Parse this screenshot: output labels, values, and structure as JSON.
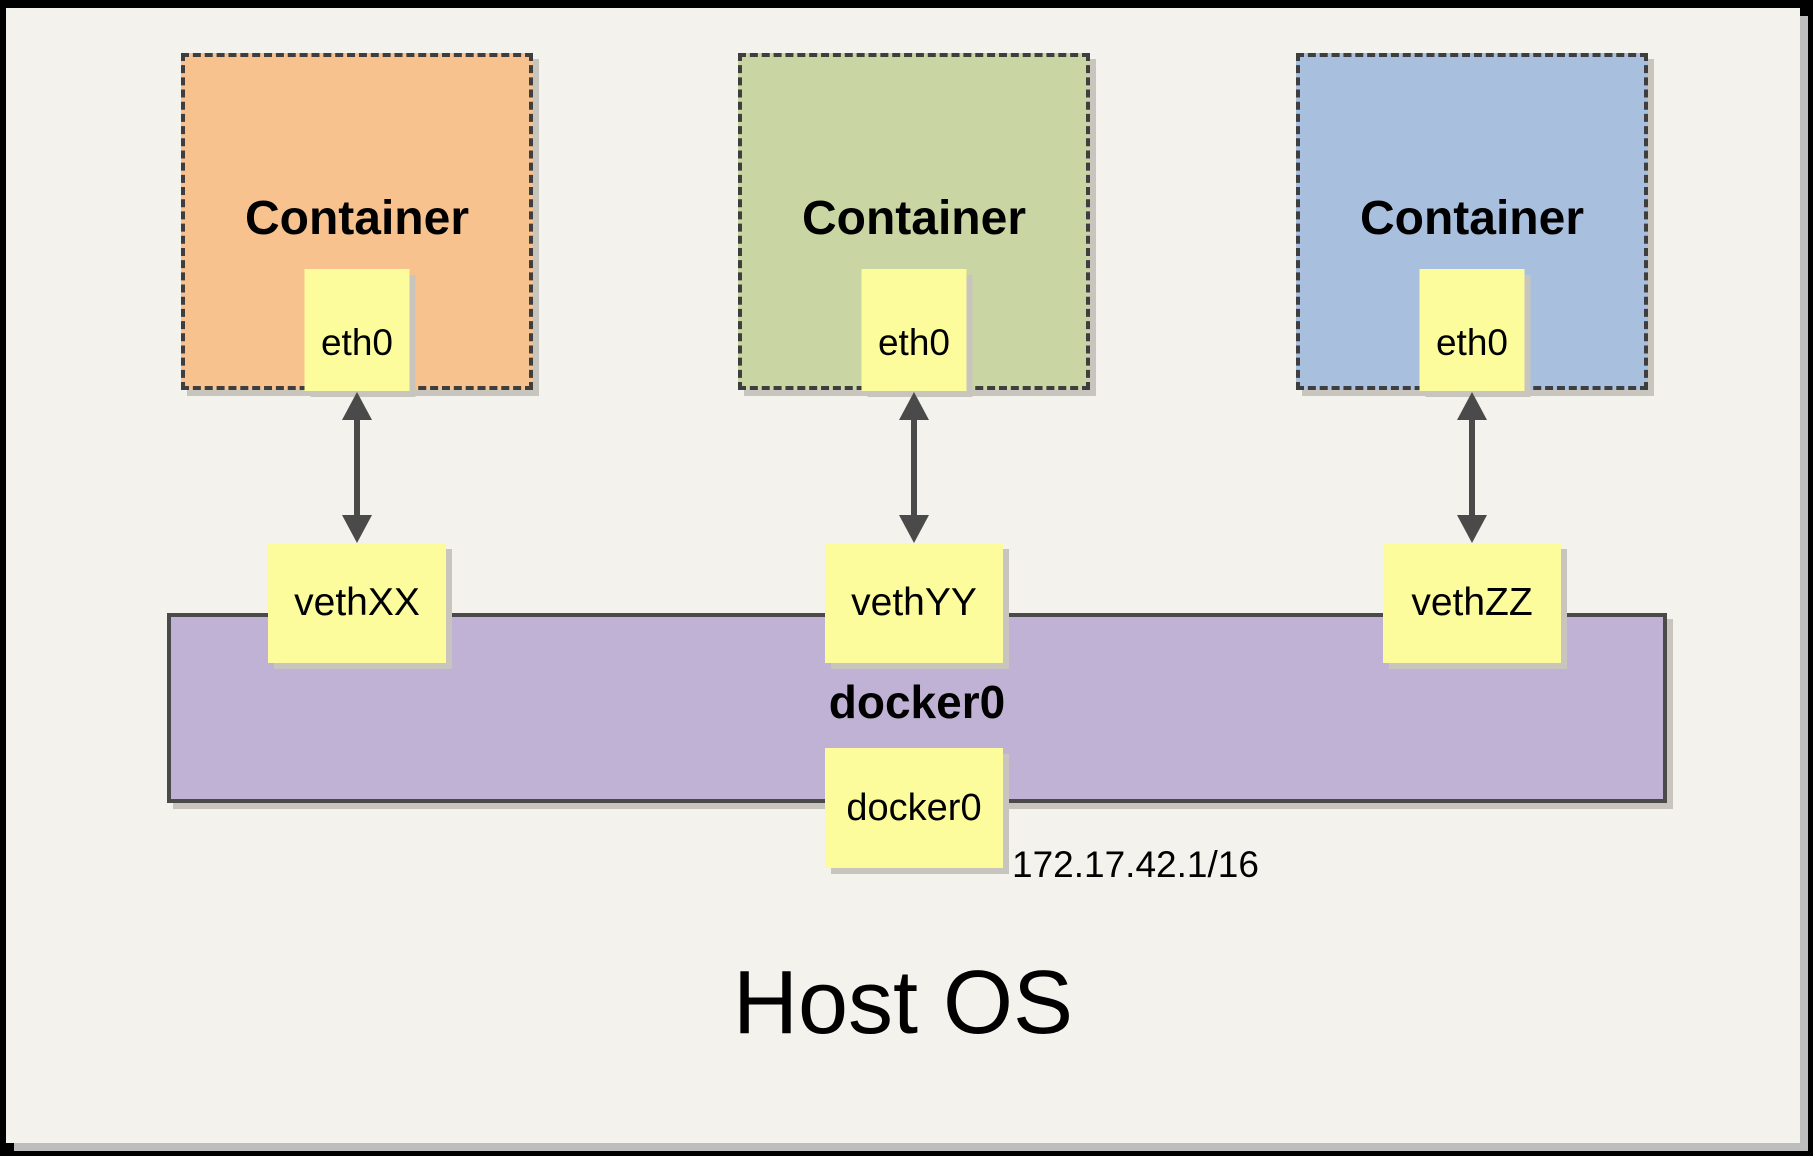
{
  "panel": {
    "host_label": "Host OS",
    "bridge_ip": "172.17.42.1/16"
  },
  "bridge": {
    "label": "docker0",
    "interface_label": "docker0"
  },
  "containers": [
    {
      "title": "Container",
      "interface_label": "eth0",
      "veth_label": "vethXX",
      "fill": "#F8C28F"
    },
    {
      "title": "Container",
      "interface_label": "eth0",
      "veth_label": "vethYY",
      "fill": "#C9D5A2"
    },
    {
      "title": "Container",
      "interface_label": "eth0",
      "veth_label": "vethZZ",
      "fill": "#A9BFDE"
    }
  ],
  "colors": {
    "background": "#F4F2EC",
    "frame": "#000000",
    "label_box_fill": "#FCFC9D",
    "bridge_fill": "#C0B2D4",
    "dashed_border": "#3E3E3E",
    "solid_border": "#4A4A4A",
    "arrow": "#4A4A4A",
    "shadow": "#C8C5BE"
  }
}
